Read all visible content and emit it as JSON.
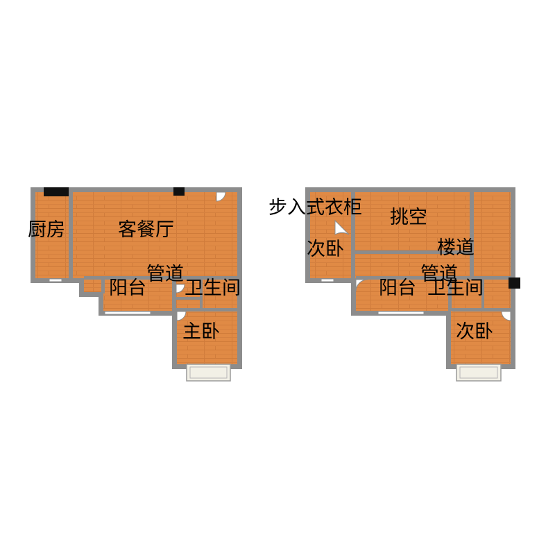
{
  "colors": {
    "floor": "#E08A45",
    "wall": "#8C8C8C",
    "wall_block": "#111111",
    "balcony_fill": "#F2F0E6",
    "window_fill": "#FFFFFF"
  },
  "floor_1": {
    "rooms": [
      {
        "id": "kitchen",
        "label": "厨房"
      },
      {
        "id": "living_dining",
        "label": "客餐厅"
      },
      {
        "id": "pipe_shaft",
        "label": "管道"
      },
      {
        "id": "balcony",
        "label": "阳台"
      },
      {
        "id": "bathroom",
        "label": "卫生间"
      },
      {
        "id": "master_bedroom",
        "label": "主卧"
      }
    ]
  },
  "floor_2": {
    "rooms": [
      {
        "id": "walk_in_closet",
        "label": "步入式衣柜"
      },
      {
        "id": "void",
        "label": "挑空"
      },
      {
        "id": "second_bedroom_a",
        "label": "次卧"
      },
      {
        "id": "stairway",
        "label": "楼道"
      },
      {
        "id": "pipe_shaft",
        "label": "管道"
      },
      {
        "id": "balcony",
        "label": "阳台"
      },
      {
        "id": "bathroom",
        "label": "卫生间"
      },
      {
        "id": "second_bedroom_b",
        "label": "次卧"
      }
    ]
  }
}
